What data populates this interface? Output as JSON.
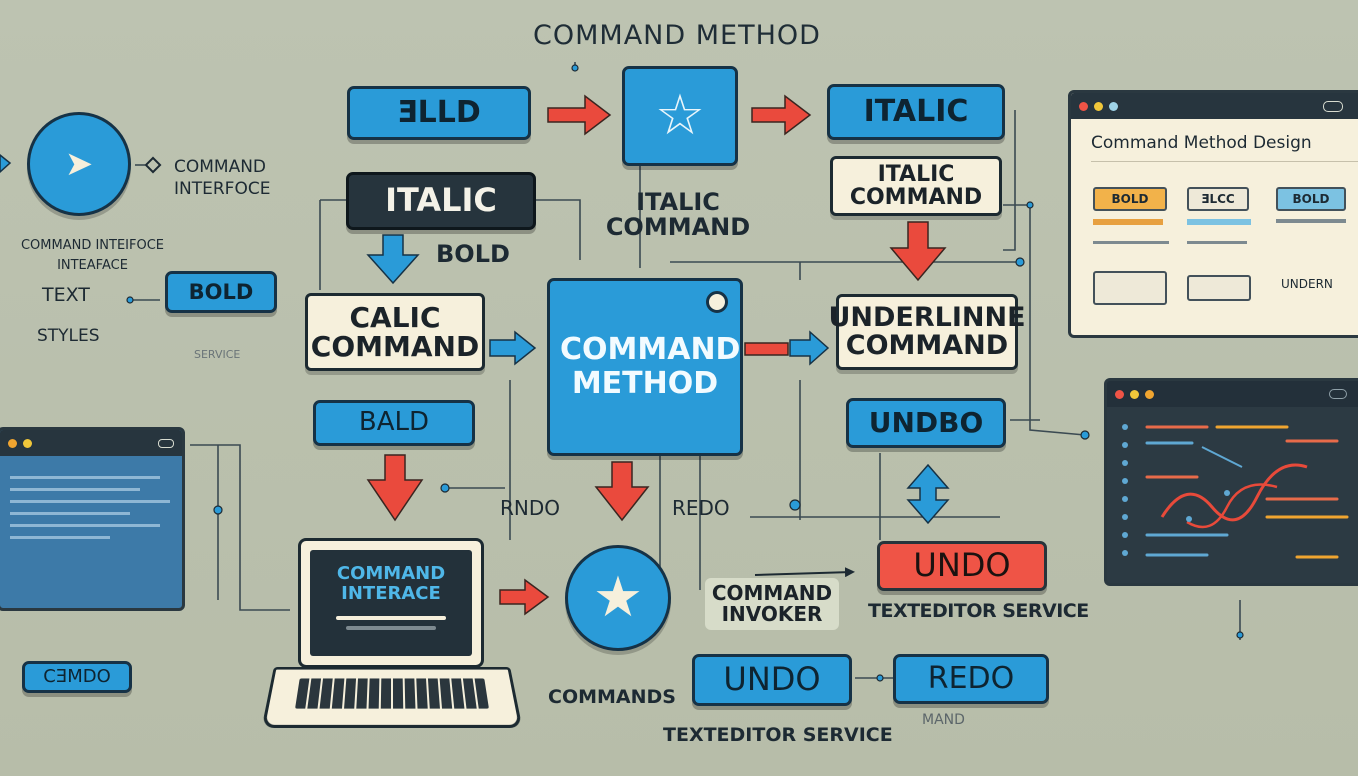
{
  "title": "COMMAND METHOD",
  "nodes": {
    "top_left": "ƎLLD",
    "top_right": "ITALIC",
    "italic_dark": "ITALIC",
    "italic_cmd_center": "ITALIC COMMAND",
    "italic_cmd_right": "ITALIC COMMAND",
    "italic_cmd_left": "CALIC COMMAND",
    "bold_free": "BOLD",
    "central": "COMMAND METHOD",
    "underline_cmd": "UNDERLINNE COMMAND",
    "bald": "BALD",
    "undbo": "UNDBO",
    "rndo": "RNDO",
    "redo_center": "REDO",
    "undo_red": "UNDO",
    "texteditor_right": "TEXTEDITOR SERVICE",
    "command_invoker": "COMMAND INVOKER",
    "commands": "COMMANDS",
    "undo_bottom": "UNDO",
    "redo_bottom": "REDO",
    "texteditor_bottom": "TEXTEDITOR SERVICE",
    "mand_fragment": "MAND"
  },
  "left_panel": {
    "command_interface": "COMMAND INTERFOCE",
    "cmd_interface_interface": "COMMAND INTEIFOCE INTEAFACE",
    "text": "TEXT",
    "styles": "STYLES",
    "bold_button": "BOLD",
    "service": "SERVICE",
    "cmdo": "CƎMDO"
  },
  "laptop": {
    "screen_title": "COMMAND INTERACE"
  },
  "right_window": {
    "title": "Command Method Design",
    "chips": [
      "BOLD",
      "ƎLCC",
      "BOLD",
      "UNDERN"
    ]
  },
  "colors": {
    "background": "#b9c0ad",
    "accent_blue": "#2a9bd8",
    "accent_red": "#ef5446",
    "dark": "#26343d",
    "cream": "#f6f0dc"
  }
}
